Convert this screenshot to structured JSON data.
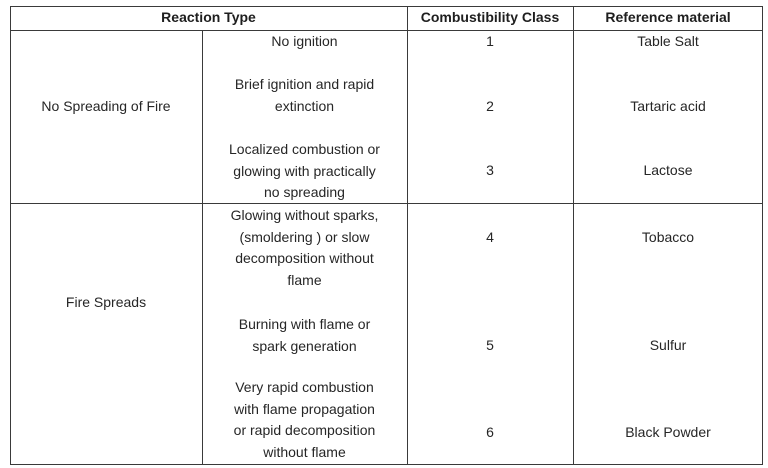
{
  "table": {
    "headers": {
      "reaction_type": "Reaction Type",
      "combustibility_class": "Combustibility Class",
      "reference_material": "Reference material"
    },
    "groups": [
      {
        "label": "No Spreading of Fire",
        "rows": [
          {
            "reaction": "No ignition",
            "class": "1",
            "material": "Table Salt"
          },
          {
            "reaction": "Brief ignition and rapid\nextinction",
            "class": "2",
            "material": "Tartaric acid"
          },
          {
            "reaction": "Localized combustion or\nglowing with practically\nno spreading",
            "class": "3",
            "material": "Lactose"
          }
        ]
      },
      {
        "label": "Fire  Spreads",
        "rows": [
          {
            "reaction": "Glowing without sparks,\n(smoldering ) or slow\ndecomposition without\nflame",
            "class": "4",
            "material": "Tobacco"
          },
          {
            "reaction": "Burning with flame or\nspark generation",
            "class": "5",
            "material": "Sulfur"
          },
          {
            "reaction": "Very rapid combustion\nwith flame propagation\nor rapid decomposition\nwithout flame",
            "class": "6",
            "material": "Black Powder"
          }
        ]
      }
    ]
  }
}
